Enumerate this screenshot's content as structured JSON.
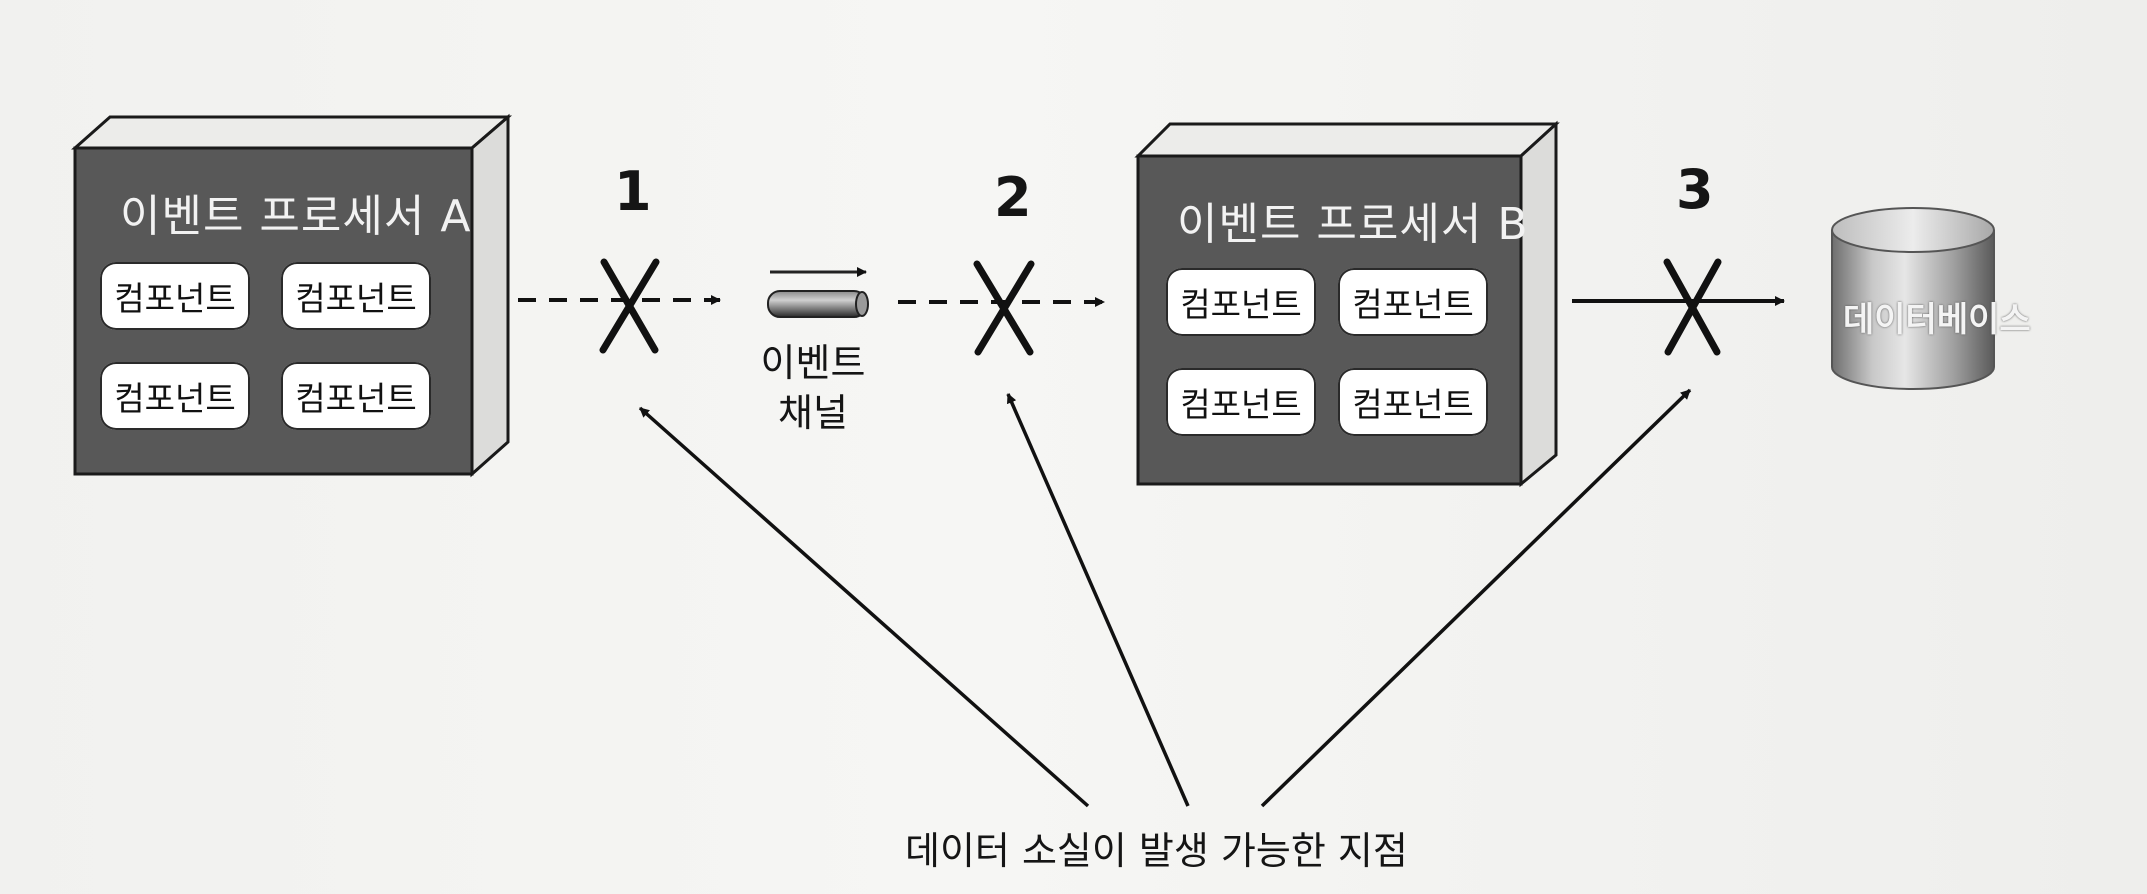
{
  "processor_a": {
    "title": "이벤트 프로세서 A",
    "components": [
      "컴포넌트",
      "컴포넌트",
      "컴포넌트",
      "컴포넌트"
    ]
  },
  "processor_b": {
    "title": "이벤트 프로세서 B",
    "components": [
      "컴포넌트",
      "컴포넌트",
      "컴포넌트",
      "컴포넌트"
    ]
  },
  "channel": {
    "line1": "이벤트",
    "line2": "채널"
  },
  "database": {
    "label": "데이터베이스"
  },
  "loss_points": {
    "p1": "1",
    "p2": "2",
    "p3": "3"
  },
  "caption": "데이터 소실이 발생 가능한 지점"
}
